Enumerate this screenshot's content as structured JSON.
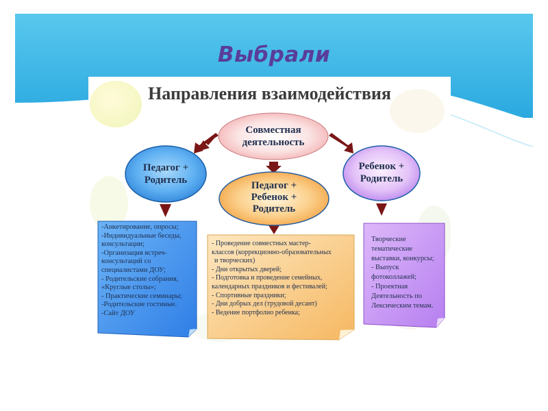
{
  "slide": {
    "title": "Выбрали"
  },
  "diagram": {
    "heading": "Направления взаимодействия",
    "center_node": [
      "Совместная",
      "деятельность"
    ],
    "left_node": [
      "Педагог +",
      "Родитель"
    ],
    "middle_node": [
      "Педагог +",
      "Ребенок +",
      "Родитель"
    ],
    "right_node": [
      "Ребенок +",
      "Родитель"
    ],
    "left_card": [
      "-Анкетирование, опросы;",
      "-Индивидуальные беседы,",
      "консультации;",
      "-Организация встреч-",
      "консультаций со",
      "специалистами ДОУ;",
      "- Родительские собрания,",
      "«Круглые столы»;",
      "- Практические семинары;",
      "-Родительские гостиные.",
      "-Сайт ДОУ"
    ],
    "middle_card": [
      "- Проведение совместных мастер-",
      "классов (коррекционно-образовательных",
      "и творческих)",
      "- Дни открытых дверей;",
      "- Подготовка и проведение семейных,",
      "календарных  праздников и фестивалей;",
      "- Спортивные праздники;",
      "- Дни добрых дел (трудовой десант)",
      "- Ведение портфолио ребенка;"
    ],
    "right_card": [
      "Творческие",
      "тематические",
      "выставки, конкурсы;",
      "- Выпуск",
      "фотоколлажей;",
      "- Проектная",
      "Деятельность по",
      "Лексическим темам."
    ]
  },
  "colors": {
    "header_blue": "#2fb3e8",
    "title_purple": "#5a3d9a",
    "arrow_red": "#7a1616",
    "left_card_blue": "#3f8ff0",
    "middle_card_orange": "#f7c179",
    "right_card_violet": "#c992f2"
  }
}
